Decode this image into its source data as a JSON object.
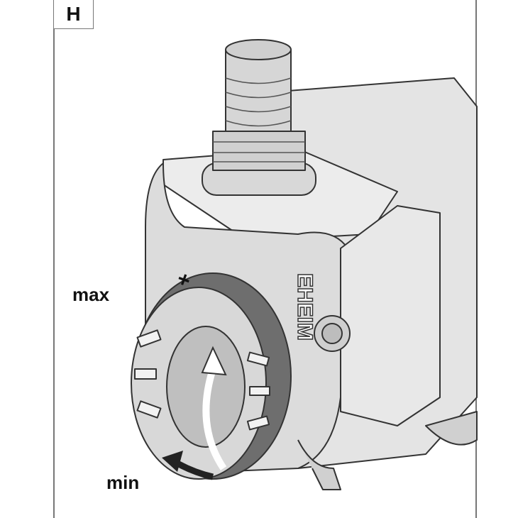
{
  "figure": {
    "panel_label": "H",
    "label_max": "max",
    "label_min": "min",
    "label_plus": "+",
    "brand_logo": "EHEIM"
  },
  "colors": {
    "body": "#e4e4e4",
    "dark_ring": "#6e6e6e",
    "outline": "#333333"
  }
}
